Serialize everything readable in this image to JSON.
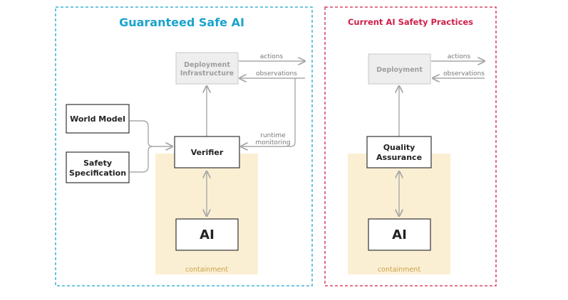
{
  "colors": {
    "gsai_accent": "#1aa3cc",
    "current_accent": "#d0204a",
    "containment_fill": "#fbefd3",
    "arrow": "#a8a8a8",
    "grey_box_fill": "#eeeeee",
    "grey_box_stroke": "#c8c8c8"
  },
  "left_panel": {
    "title": "Guaranteed Safe AI",
    "deployment_line1": "Deployment",
    "deployment_line2": "Infrastructure",
    "actions": "actions",
    "observations": "observations",
    "runtime_line1": "runtime",
    "runtime_line2": "monitoring",
    "world_model": "World Model",
    "safety_line1": "Safety",
    "safety_line2": "Specification",
    "verifier": "Verifier",
    "ai": "AI",
    "containment": "containment"
  },
  "right_panel": {
    "title": "Current AI Safety Practices",
    "deployment": "Deployment",
    "actions": "actions",
    "observations": "observations",
    "qa_line1": "Quality",
    "qa_line2": "Assurance",
    "ai": "AI",
    "containment": "containment"
  }
}
